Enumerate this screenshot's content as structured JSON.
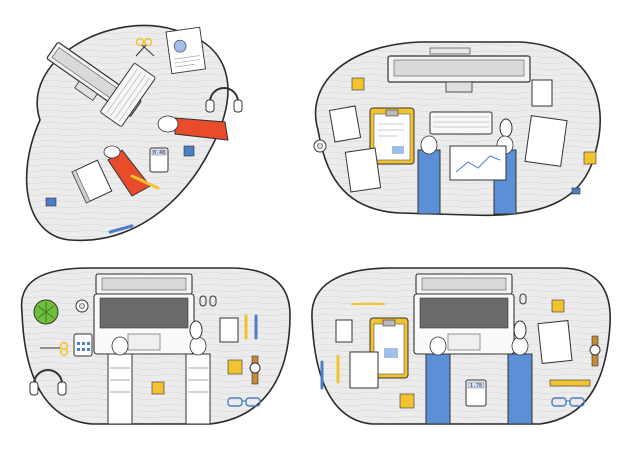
{
  "illustration": {
    "panels": [
      {
        "id": "desk-1",
        "device": "desktop-monitor",
        "orientation": "rotated"
      },
      {
        "id": "desk-2",
        "device": "desktop-monitor",
        "orientation": "upright"
      },
      {
        "id": "desk-3",
        "device": "laptop",
        "orientation": "upright"
      },
      {
        "id": "desk-4",
        "device": "laptop",
        "orientation": "upright"
      }
    ],
    "icons": [
      "monitor-icon",
      "laptop-icon",
      "keyboard-icon",
      "mouse-icon",
      "headphones-icon",
      "calculator-icon",
      "plant-icon",
      "scissors-icon",
      "glasses-icon",
      "watch-icon",
      "clipboard-icon",
      "document-icon",
      "notebook-icon",
      "pen-icon",
      "sticky-note-icon",
      "phone-icon",
      "tape-icon",
      "paper-clip-icon"
    ]
  },
  "calculator": {
    "display_1": "0.48",
    "display_2": "1.78"
  },
  "colors": {
    "desk_fill": "#e9e9e9",
    "desk_outline": "#2b2b2b",
    "sleeve_red": "#e84c2b",
    "sleeve_blue": "#5b8fd6",
    "accent_yellow": "#f2c230",
    "accent_blue": "#4a7fc8",
    "plant_green": "#6fbf3a",
    "ink": "#333333"
  }
}
